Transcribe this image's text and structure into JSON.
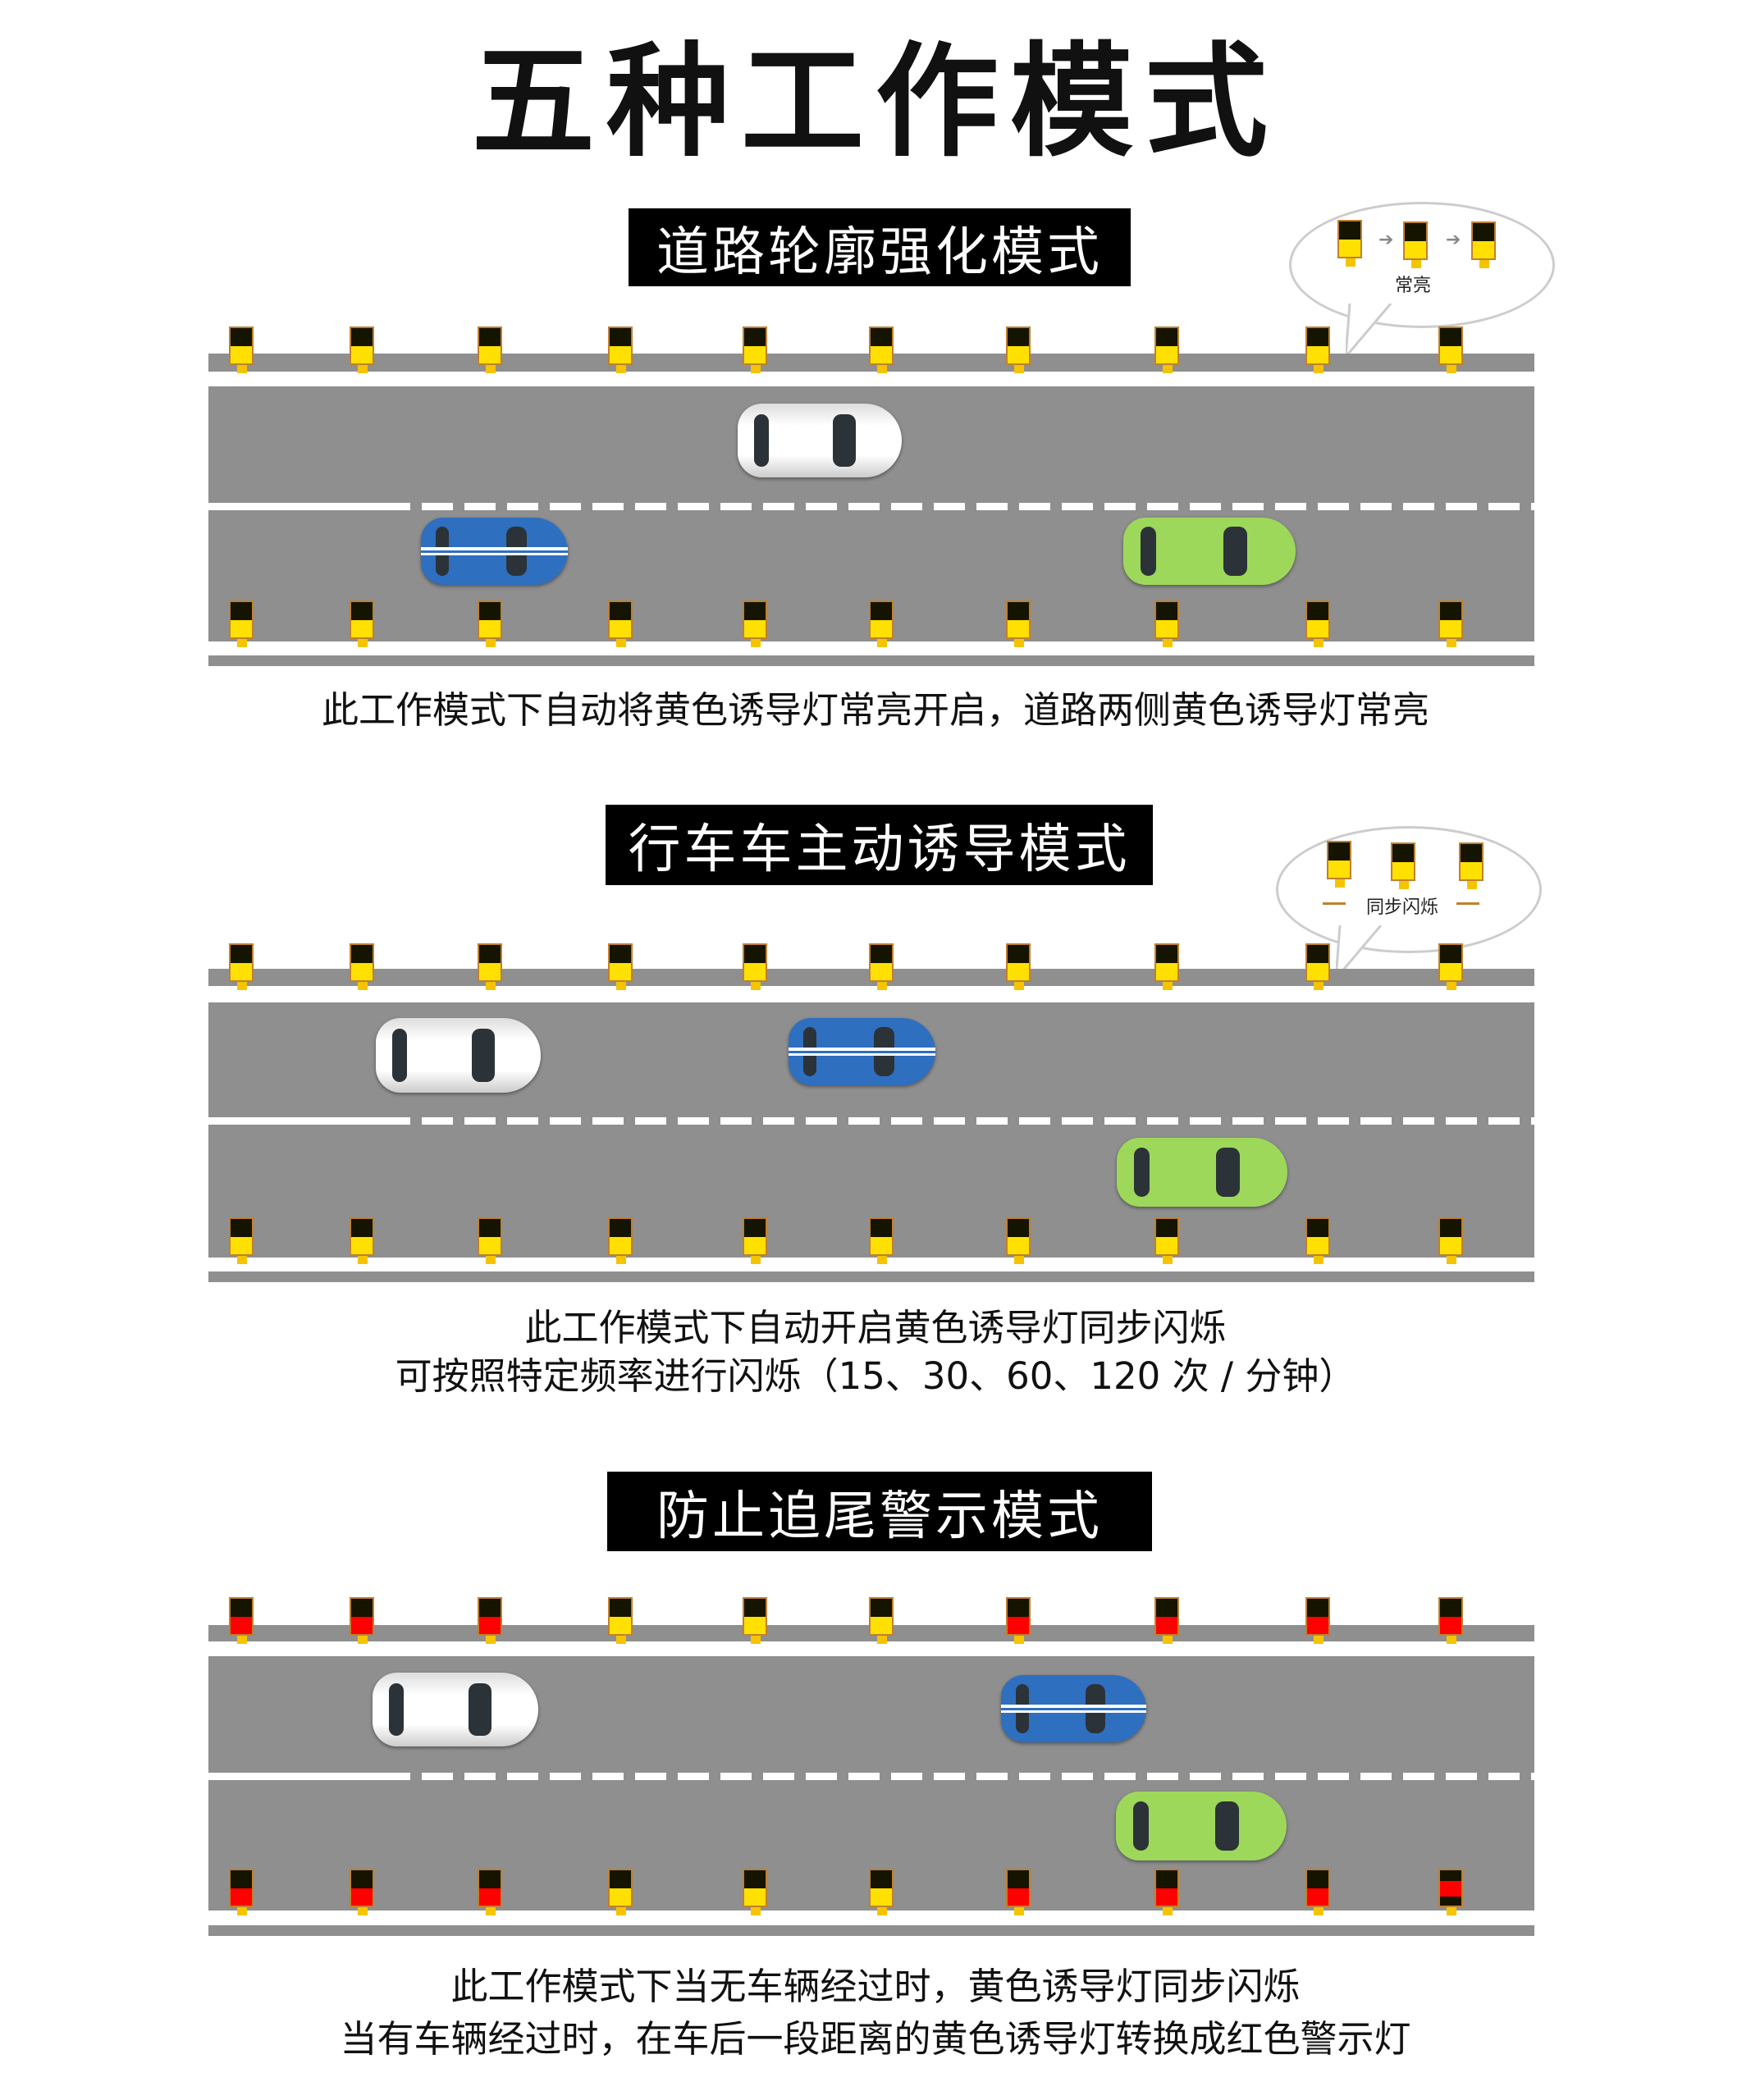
{
  "title": "五种工作模式",
  "colors": {
    "yellow": "#ffe000",
    "red": "#ff0000",
    "road": "#8f8f8f",
    "light_body": "#141400"
  },
  "sections": [
    {
      "label": "道路轮廓强化模式",
      "bubble_text": "常亮",
      "bubble_icon": "arrow-icon",
      "top_lights": [
        "yellow",
        "yellow",
        "yellow",
        "yellow",
        "yellow",
        "yellow",
        "yellow",
        "yellow",
        "yellow",
        "yellow"
      ],
      "bottom_lights": [
        "yellow",
        "yellow",
        "yellow",
        "yellow",
        "yellow",
        "yellow",
        "yellow",
        "yellow",
        "yellow",
        "yellow"
      ],
      "cars": [
        "white",
        "blue",
        "green"
      ],
      "caption": [
        "此工作模式下自动将黄色诱导灯常亮开启，道路两侧黄色诱导灯常亮"
      ]
    },
    {
      "label": "行车车主动诱导模式",
      "bubble_text": "同步闪烁",
      "top_lights": [
        "yellow",
        "yellow",
        "yellow",
        "yellow",
        "yellow",
        "yellow",
        "yellow",
        "yellow",
        "yellow",
        "yellow"
      ],
      "bottom_lights": [
        "yellow",
        "yellow",
        "yellow",
        "yellow",
        "yellow",
        "yellow",
        "yellow",
        "yellow",
        "yellow",
        "yellow"
      ],
      "cars": [
        "white",
        "blue",
        "green"
      ],
      "caption": [
        "此工作模式下自动开启黄色诱导灯同步闪烁",
        "可按照特定频率进行闪烁（15、30、60、120 次 / 分钟）"
      ]
    },
    {
      "label": "防止追尾警示模式",
      "top_lights": [
        "red",
        "red",
        "red",
        "yellow",
        "yellow",
        "yellow",
        "red",
        "red",
        "red",
        "red"
      ],
      "bottom_lights": [
        "red",
        "red",
        "red",
        "yellow",
        "yellow",
        "yellow",
        "red",
        "red",
        "red",
        "red-mid"
      ],
      "cars": [
        "white",
        "blue",
        "green"
      ],
      "caption": [
        "此工作模式下当无车辆经过时，黄色诱导灯同步闪烁",
        "当有车辆经过时，在车后一段距离的黄色诱导灯转换成红色警示灯"
      ]
    }
  ]
}
